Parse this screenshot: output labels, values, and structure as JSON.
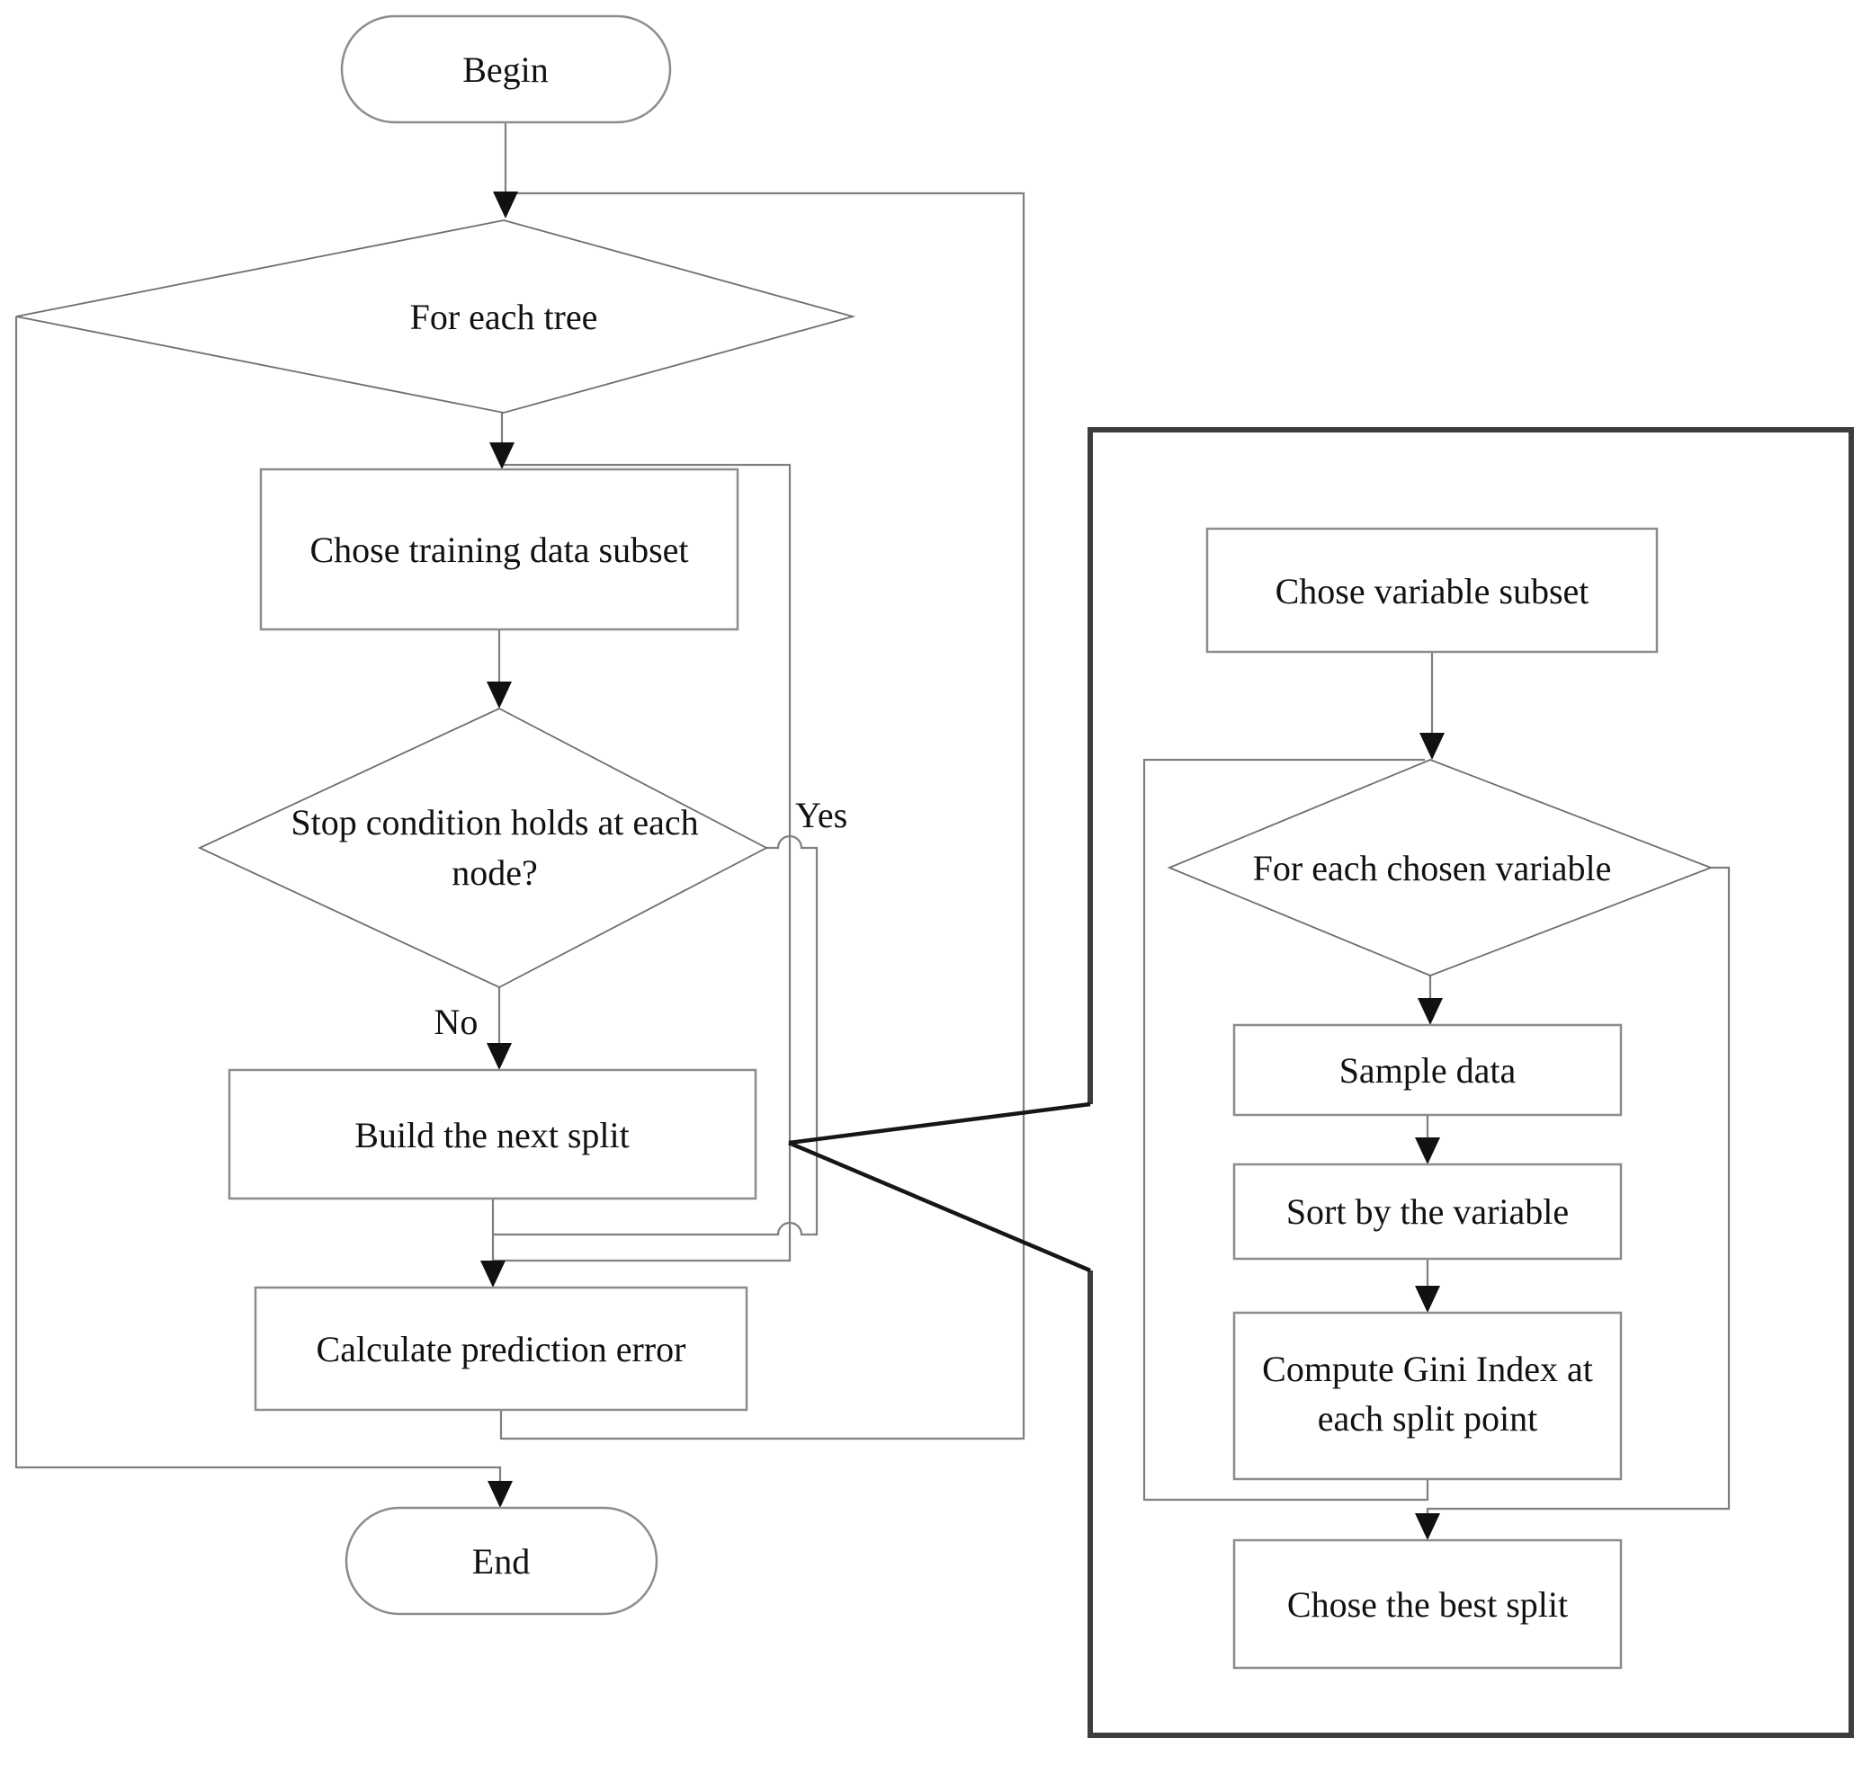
{
  "diagram": {
    "type": "flowchart",
    "main_flow": {
      "begin": {
        "label": "Begin",
        "shape": "terminator"
      },
      "for_each_tree": {
        "label": "For each tree",
        "shape": "decision"
      },
      "chose_training_subset": {
        "label": "Chose training data subset",
        "shape": "process"
      },
      "stop_condition": {
        "label_line1": "Stop condition holds at each",
        "label_line2": "node?",
        "shape": "decision"
      },
      "build_next_split": {
        "label": "Build the next split",
        "shape": "process"
      },
      "calculate_prediction_error": {
        "label": "Calculate prediction error",
        "shape": "process"
      },
      "end": {
        "label": "End",
        "shape": "terminator"
      }
    },
    "edge_labels": {
      "yes": "Yes",
      "no": "No"
    },
    "detail_flow": {
      "chose_variable_subset": {
        "label": "Chose variable subset",
        "shape": "process"
      },
      "for_each_chosen_variable": {
        "label": "For each chosen variable",
        "shape": "decision"
      },
      "sample_data": {
        "label": "Sample data",
        "shape": "process"
      },
      "sort_by_variable": {
        "label": "Sort by the variable",
        "shape": "process"
      },
      "compute_gini_index": {
        "label_line1": "Compute Gini Index at",
        "label_line2": "each split point",
        "shape": "process"
      },
      "chose_best_split": {
        "label": "Chose the best split",
        "shape": "process"
      }
    }
  }
}
